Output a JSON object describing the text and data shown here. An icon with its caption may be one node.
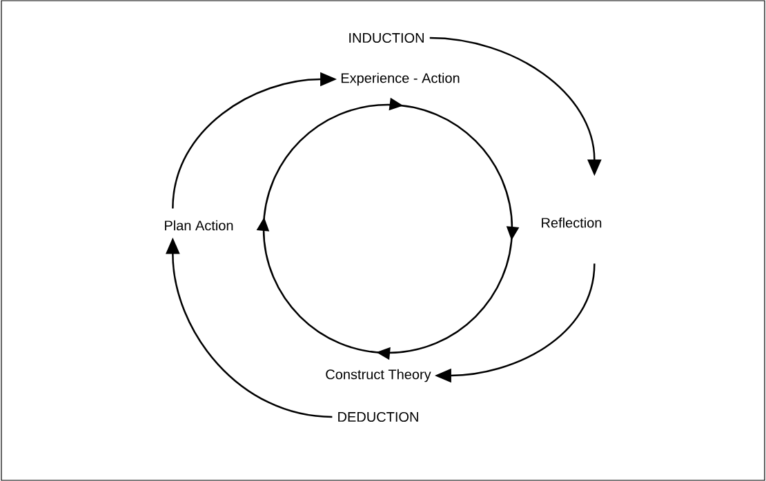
{
  "diagram": {
    "nodes": [
      {
        "text": [
          "INDUCTION"
        ]
      },
      {
        "text": [
          "Experience - Action"
        ]
      },
      {
        "text": [
          "Plan Action"
        ]
      },
      {
        "text": [
          "Reflection"
        ]
      },
      {
        "text": [
          "Construct Theory"
        ]
      },
      {
        "text": [
          "DEDUCTION"
        ]
      }
    ],
    "edges": [
      {
        "from": 0,
        "to": 3,
        "arrow": "to"
      },
      {
        "from": 3,
        "to": 4,
        "arrow": "to"
      },
      {
        "from": 5,
        "to": 2,
        "arrow": "to"
      },
      {
        "from": 2,
        "to": 1,
        "arrow": "to"
      }
    ]
  }
}
